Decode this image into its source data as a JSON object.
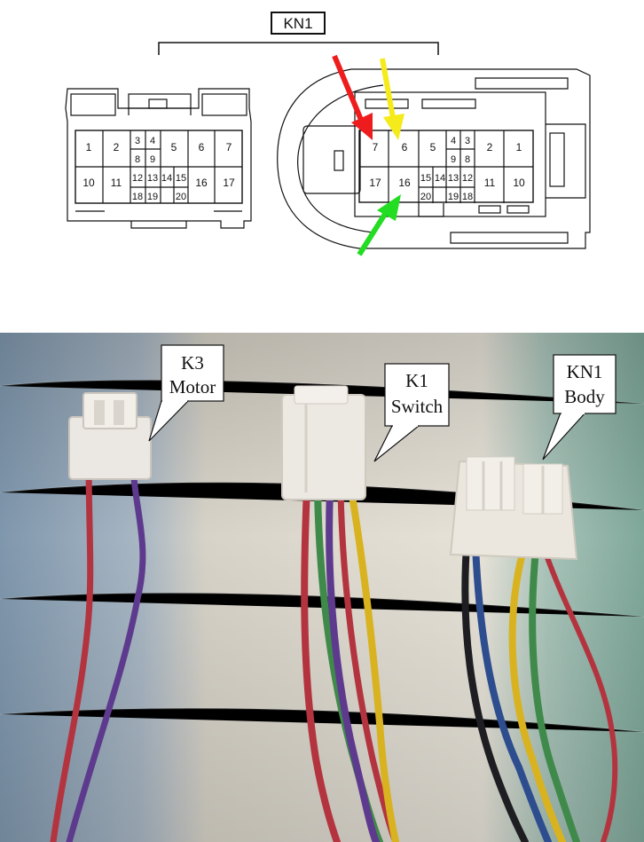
{
  "title": "KN1",
  "left_connector": {
    "top_row": [
      "1",
      "2",
      "3",
      "4",
      "5",
      "6",
      "7"
    ],
    "mid_row": [
      "8",
      "9"
    ],
    "bottom_row": [
      "10",
      "11",
      "12",
      "13",
      "14",
      "15",
      "16",
      "17"
    ],
    "lower_row": [
      "18",
      "19",
      "20"
    ]
  },
  "right_connector": {
    "top_row": [
      "7",
      "6",
      "5",
      "4",
      "3",
      "2",
      "1"
    ],
    "mid_row": [
      "9",
      "8"
    ],
    "bottom_row": [
      "17",
      "16",
      "15",
      "14",
      "13",
      "12",
      "11",
      "10"
    ],
    "lower_row": [
      "20",
      "19",
      "18"
    ]
  },
  "arrows": [
    {
      "color": "#ee1c1c",
      "pin": "7"
    },
    {
      "color": "#f5ea1a",
      "pin": "6"
    },
    {
      "color": "#22dd22",
      "pin": "16"
    }
  ],
  "callouts": [
    {
      "line1": "K3",
      "line2": "Motor"
    },
    {
      "line1": "K1",
      "line2": "Switch"
    },
    {
      "line1": "KN1",
      "line2": "Body"
    }
  ],
  "wire_colors": {
    "red": "#b3343f",
    "purple": "#5e3a8e",
    "yellow": "#d9b21f",
    "green": "#3f8a4a",
    "blue": "#2d4d8f",
    "black": "#1e1e22"
  }
}
